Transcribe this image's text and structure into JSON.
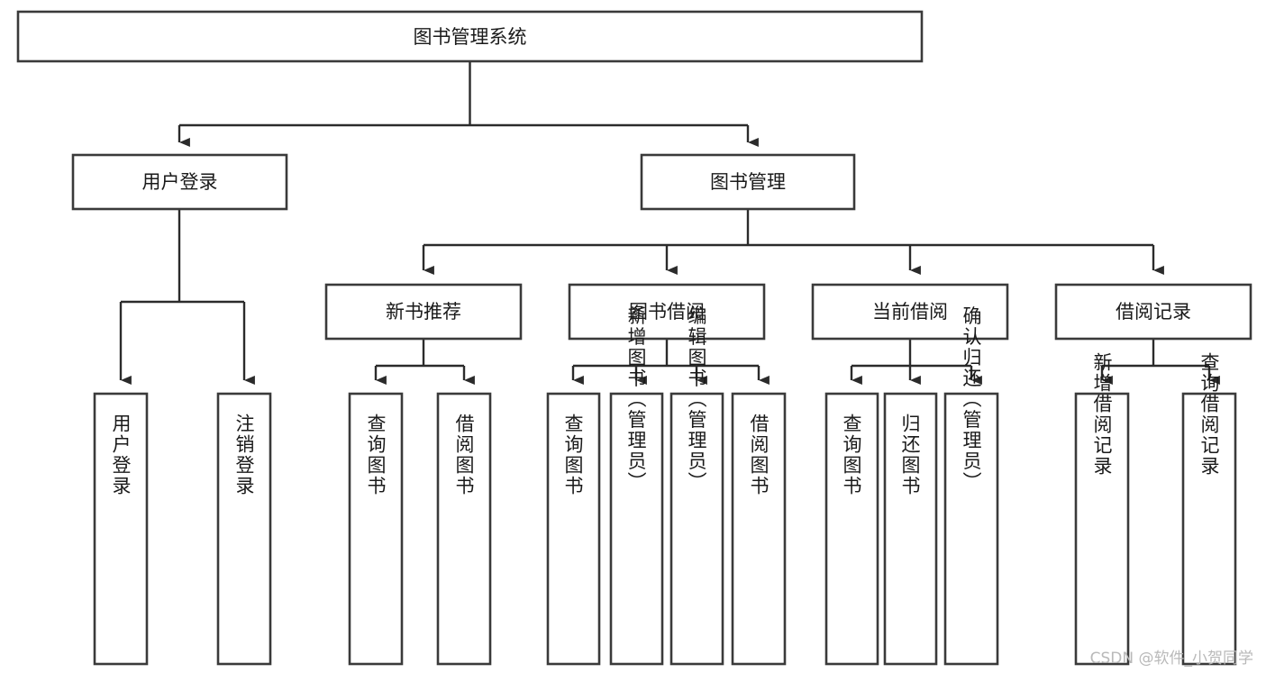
{
  "diagram": {
    "type": "tree-hierarchy",
    "title": "图书管理系统",
    "watermark": "CSDN @软件_小贺同学",
    "colors": {
      "box_stroke": "#3a3a3a",
      "box_fill": "#ffffff",
      "edge": "#2b2b2b",
      "text": "#1a1a1a",
      "watermark": "#b9b9b9",
      "background": "#ffffff"
    },
    "levels": {
      "root": {
        "label": "图书管理系统"
      },
      "level2": [
        {
          "label": "用户登录"
        },
        {
          "label": "图书管理"
        }
      ],
      "level3": [
        {
          "label": "新书推荐"
        },
        {
          "label": "图书借阅"
        },
        {
          "label": "当前借阅"
        },
        {
          "label": "借阅记录"
        }
      ]
    },
    "nodes": {
      "root": "图书管理系统",
      "user_login": "用户登录",
      "book_manage": "图书管理",
      "new_book_recommend": "新书推荐",
      "book_borrow": "图书借阅",
      "current_borrow": "当前借阅",
      "borrow_record": "借阅记录",
      "leaf_user_login": "用户登录",
      "leaf_logout": "注销登录",
      "leaf_query_book_1": "查询图书",
      "leaf_borrow_book_1": "借阅图书",
      "leaf_query_book_2": "查询图书",
      "leaf_add_book_admin": "新增图书（管理员）",
      "leaf_edit_book_admin": "编辑图书（管理员）",
      "leaf_borrow_book_2": "借阅图书",
      "leaf_query_book_3": "查询图书",
      "leaf_return_book": "归还图书",
      "leaf_confirm_return_admin": "确认归还（管理员）",
      "leaf_add_borrow_record": "新增借阅记录",
      "leaf_query_borrow_record": "查询借阅记录"
    }
  }
}
